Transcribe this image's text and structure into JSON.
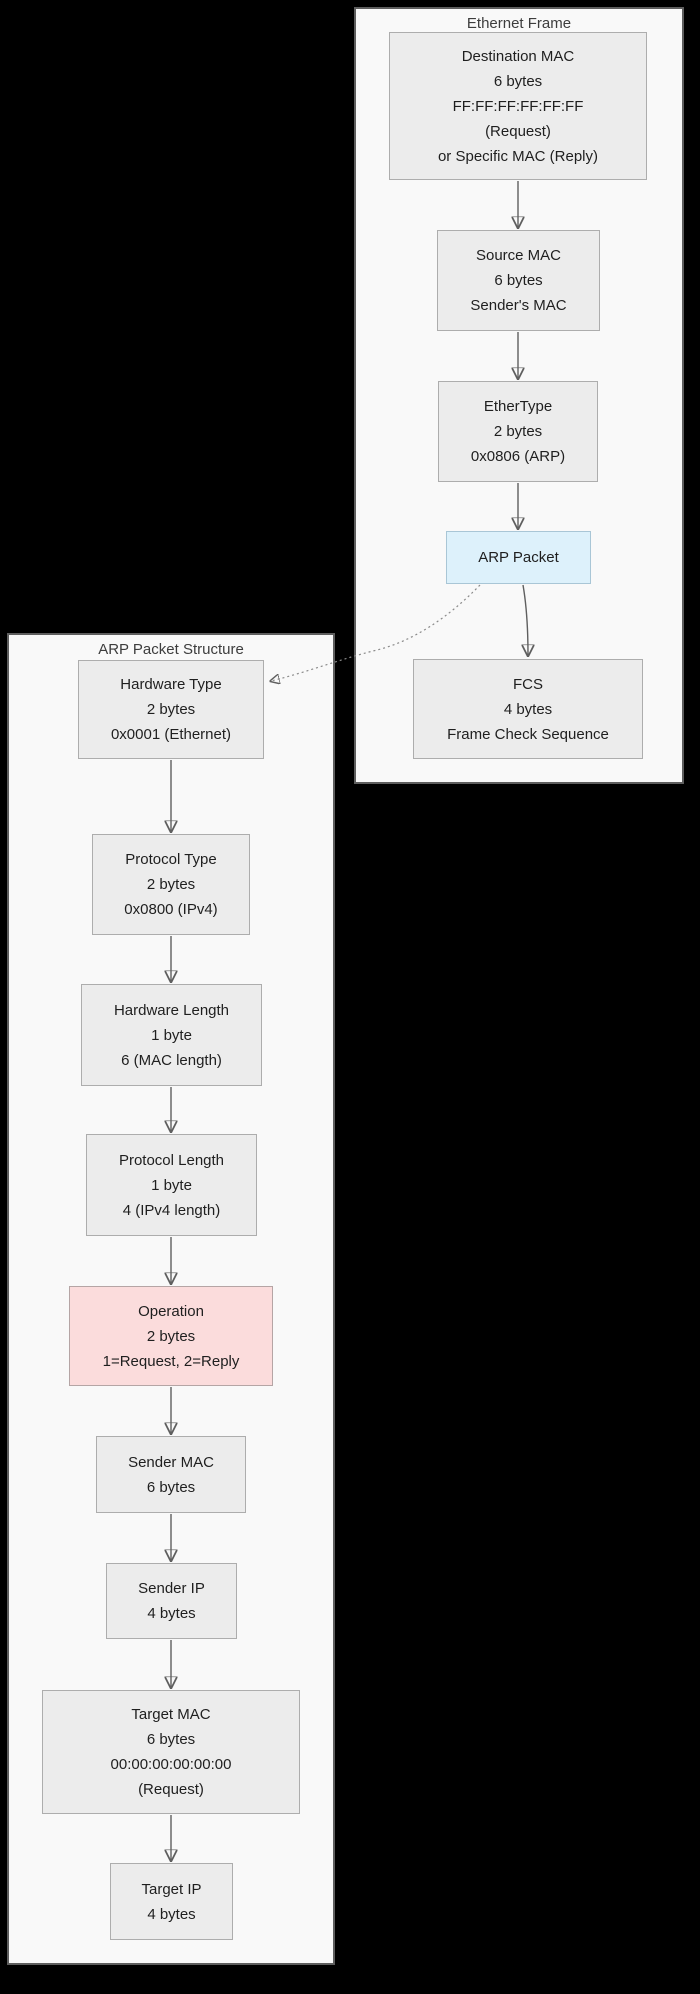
{
  "diagram": {
    "ethernet_frame": {
      "title": "Ethernet Frame",
      "nodes": {
        "destination_mac": {
          "lines": [
            "Destination MAC",
            "6 bytes",
            "FF:FF:FF:FF:FF:FF",
            "(Request)",
            "or Specific MAC (Reply)"
          ]
        },
        "source_mac": {
          "lines": [
            "Source MAC",
            "6 bytes",
            "Sender's MAC"
          ]
        },
        "ethertype": {
          "lines": [
            "EtherType",
            "2 bytes",
            "0x0806 (ARP)"
          ]
        },
        "arp_packet": {
          "lines": [
            "ARP Packet"
          ]
        },
        "fcs": {
          "lines": [
            "FCS",
            "4 bytes",
            "Frame Check Sequence"
          ]
        }
      }
    },
    "arp_packet_structure": {
      "title": "ARP Packet Structure",
      "nodes": {
        "hardware_type": {
          "lines": [
            "Hardware Type",
            "2 bytes",
            "0x0001 (Ethernet)"
          ]
        },
        "protocol_type": {
          "lines": [
            "Protocol Type",
            "2 bytes",
            "0x0800 (IPv4)"
          ]
        },
        "hardware_length": {
          "lines": [
            "Hardware Length",
            "1 byte",
            "6 (MAC length)"
          ]
        },
        "protocol_length": {
          "lines": [
            "Protocol Length",
            "1 byte",
            "4 (IPv4 length)"
          ]
        },
        "operation": {
          "lines": [
            "Operation",
            "2 bytes",
            "1=Request, 2=Reply"
          ]
        },
        "sender_mac": {
          "lines": [
            "Sender MAC",
            "6 bytes"
          ]
        },
        "sender_ip": {
          "lines": [
            "Sender IP",
            "4 bytes"
          ]
        },
        "target_mac": {
          "lines": [
            "Target MAC",
            "6 bytes",
            "00:00:00:00:00:00",
            "(Request)"
          ]
        },
        "target_ip": {
          "lines": [
            "Target IP",
            "4 bytes"
          ]
        }
      }
    },
    "colors": {
      "page_bg": "#000000",
      "container_bg": "#f9f9f9",
      "container_border": "#5e5e5e",
      "title_text": "#3d3d3d",
      "node_bg": "#ececec",
      "node_border": "#adadad",
      "highlight_blue_bg": "#ddf1fb",
      "highlight_blue_border": "#a9c6d6",
      "highlight_pink_bg": "#fbdcdc",
      "highlight_pink_border": "#b5a5a5",
      "arrow": "#5f5f5f",
      "dotted_arrow": "#8a8a8a",
      "text": "#1f1f1f"
    }
  }
}
